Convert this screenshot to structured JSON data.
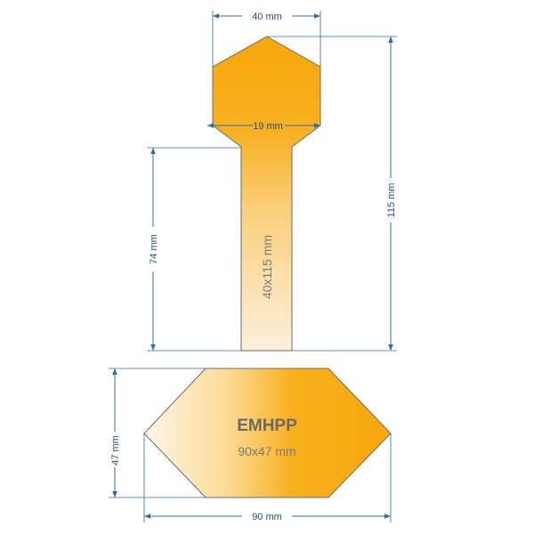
{
  "colors": {
    "dimension": "#2b6cb0",
    "fill_light": "#fdf3e1",
    "fill_dark": "#f7a80a",
    "outline": "#6b6b6b",
    "text_gray": "#6a6a6a"
  },
  "top_shape": {
    "label": "40x115 mm",
    "dims": {
      "head_width": "40 mm",
      "stem_width": "19 mm",
      "total_height": "115 mm",
      "stem_height": "74 mm"
    }
  },
  "bottom_shape": {
    "name": "EMHPP",
    "label": "90x47 mm",
    "dims": {
      "width": "90 mm",
      "height": "47 mm"
    }
  }
}
